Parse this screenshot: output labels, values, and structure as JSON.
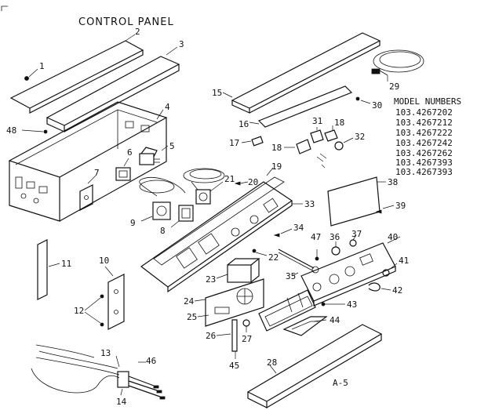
{
  "title": "CONTROL PANEL",
  "figure_code": "A-5",
  "model_header": "MODEL NUMBERS",
  "model_numbers": [
    "103.4267202",
    "103.4267212",
    "103.4267222",
    "103.4267242",
    "103.4267262",
    "103.4267393",
    "103.4267393"
  ],
  "callouts": {
    "1": "1",
    "2": "2",
    "3": "3",
    "4": "4",
    "5": "5",
    "6": "6",
    "7": "7",
    "8": "8",
    "9": "9",
    "10": "10",
    "11": "11",
    "12": "12",
    "13": "13",
    "14": "14",
    "15": "15",
    "16": "16",
    "17": "17",
    "18a": "18",
    "18b": "18",
    "19": "19",
    "20": "20",
    "21": "21",
    "22": "22",
    "23": "23",
    "24": "24",
    "25": "25",
    "26": "26",
    "27": "27",
    "28": "28",
    "29": "29",
    "30": "30",
    "31": "31",
    "32": "32",
    "33": "33",
    "34": "34",
    "35": "35",
    "36": "36",
    "37": "37",
    "38": "38",
    "39": "39",
    "40": "40",
    "41": "41",
    "42": "42",
    "43": "43",
    "44": "44",
    "45": "45",
    "46": "46",
    "47": "47",
    "48": "48"
  }
}
